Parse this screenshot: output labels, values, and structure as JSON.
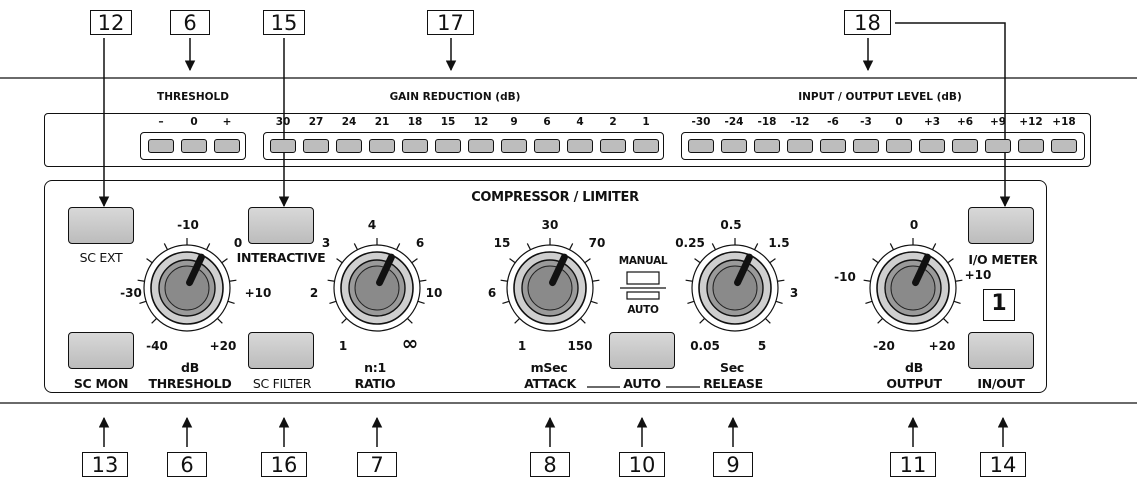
{
  "callouts": {
    "top": [
      "12",
      "6",
      "15",
      "17",
      "18"
    ],
    "bottom": [
      "13",
      "6",
      "16",
      "7",
      "8",
      "10",
      "9",
      "11",
      "14"
    ]
  },
  "headers": {
    "threshold": "THRESHOLD",
    "gain_reduction": "GAIN REDUCTION (dB)",
    "io_level": "INPUT / OUTPUT LEVEL (dB)",
    "section": "COMPRESSOR / LIMITER"
  },
  "threshold_leds": [
    "–",
    "0",
    "+"
  ],
  "gain_reduction_leds": [
    "30",
    "27",
    "24",
    "21",
    "18",
    "15",
    "12",
    "9",
    "6",
    "4",
    "2",
    "1"
  ],
  "io_leds": [
    "-30",
    "-24",
    "-18",
    "-12",
    "-6",
    "-3",
    "0",
    "+3",
    "+6",
    "+9",
    "+12",
    "+18"
  ],
  "buttons": {
    "sc_ext": "SC EXT",
    "sc_mon": "SC MON",
    "interactive": "INTERACTIVE",
    "sc_filter": "SC FILTER",
    "auto": "AUTO",
    "io_meter": "I/O METER",
    "in_out": "IN/OUT"
  },
  "mode": {
    "manual": "MANUAL",
    "auto": "AUTO"
  },
  "knobs": {
    "threshold": {
      "unit": "dB",
      "name": "THRESHOLD",
      "scale": [
        "-40",
        "-30",
        "-10",
        "0",
        "+10",
        "+20"
      ]
    },
    "ratio": {
      "unit": "n:1",
      "name": "RATIO",
      "scale": [
        "1",
        "2",
        "3",
        "4",
        "6",
        "10",
        "∞"
      ]
    },
    "attack": {
      "unit": "mSec",
      "name": "ATTACK",
      "scale": [
        "1",
        "6",
        "15",
        "30",
        "70",
        "150"
      ]
    },
    "release": {
      "unit": "Sec",
      "name": "RELEASE",
      "scale": [
        "0.05",
        "0.25",
        "0.5",
        "1.5",
        "3",
        "5"
      ]
    },
    "output": {
      "unit": "dB",
      "name": "OUTPUT",
      "scale": [
        "-20",
        "-10",
        "0",
        "+10",
        "+20"
      ]
    }
  },
  "channel_number": "1"
}
